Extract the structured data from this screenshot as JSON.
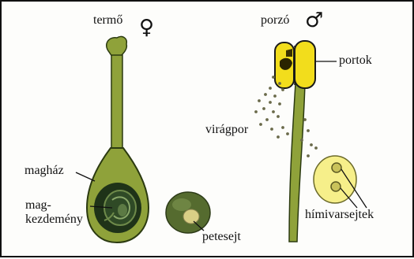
{
  "female": {
    "label": "termő",
    "symbol": "♀"
  },
  "male": {
    "label": "porzó",
    "symbol": "♂"
  },
  "labels": {
    "anther": "portok",
    "pollen": "virágpor",
    "ovary": "magház",
    "ovule_line1": "mag-",
    "ovule_line2": "kezdemény",
    "egg_cell": "petesejt",
    "sperm_cells": "hímivarsejtek"
  },
  "colors": {
    "pistil_green": "#8fa23a",
    "pistil_outline": "#2b3a10",
    "ovary_dark": "#1f3318",
    "anther_yellow": "#f2dd1c",
    "pollen_yellow": "#f6ef8a",
    "egg_green": "#556b2f",
    "egg_nucleus": "#d9cf86"
  }
}
